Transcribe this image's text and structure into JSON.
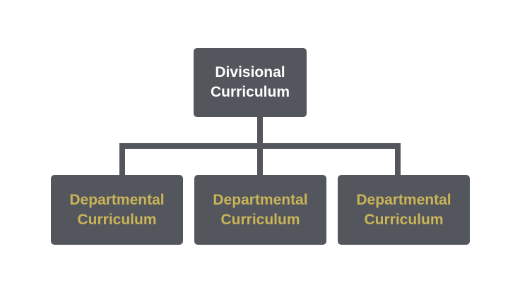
{
  "diagram": {
    "top": {
      "line1": "Divisional",
      "line2": "Curriculum"
    },
    "children": [
      {
        "line1": "Departmental",
        "line2": "Curriculum"
      },
      {
        "line1": "Departmental",
        "line2": "Curriculum"
      },
      {
        "line1": "Departmental",
        "line2": "Curriculum"
      }
    ],
    "colors": {
      "box": "#54565d",
      "top_text": "#ffffff",
      "child_text": "#c9b458"
    }
  }
}
